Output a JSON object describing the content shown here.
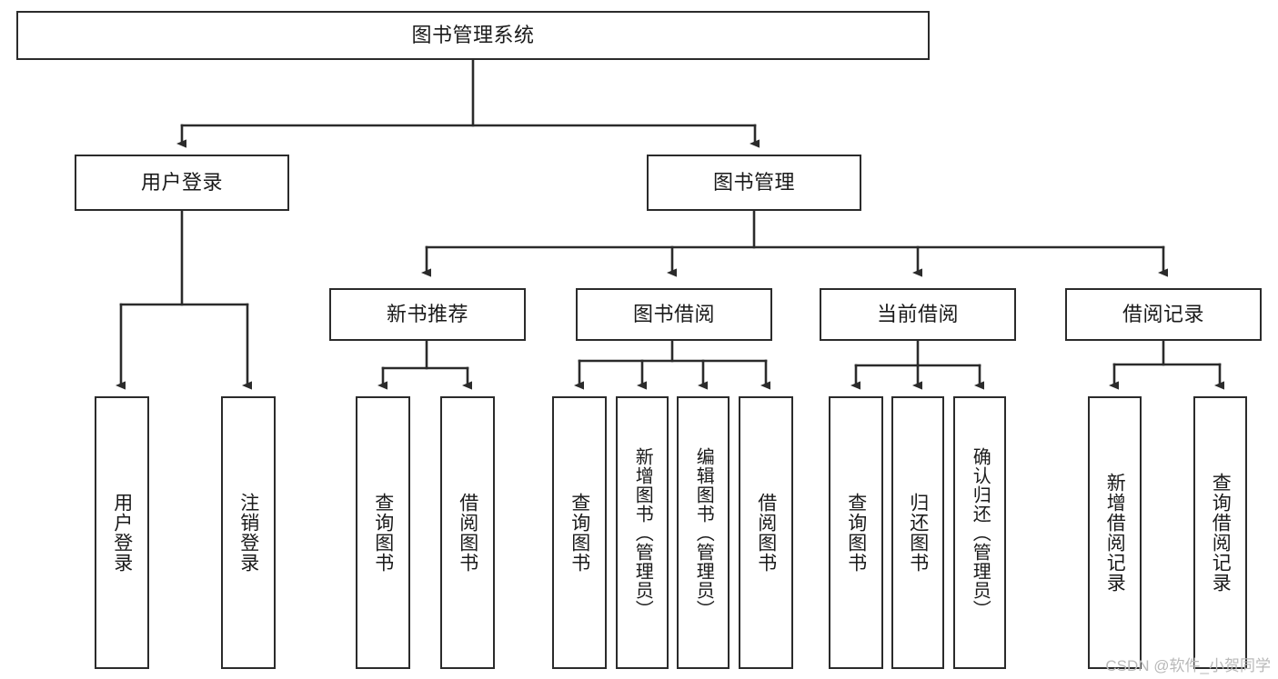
{
  "diagram": {
    "type": "tree",
    "title": "图书管理系统",
    "watermark": "CSDN @软件_小贺同学",
    "colors": {
      "box_border": "#2b2b2b",
      "box_fill": "#ffffff",
      "edge": "#2b2b2b",
      "text": "#1a1a1a",
      "watermark": "#b9b9b9"
    },
    "nodes": {
      "root": {
        "label": "图书管理系统"
      },
      "level2": [
        {
          "id": "user_login",
          "label": "用户登录"
        },
        {
          "id": "book_manage",
          "label": "图书管理"
        }
      ],
      "level3": [
        {
          "id": "new_book_rec",
          "label": "新书推荐"
        },
        {
          "id": "book_borrow",
          "label": "图书借阅"
        },
        {
          "id": "current_borrow",
          "label": "当前借阅"
        },
        {
          "id": "borrow_record",
          "label": "借阅记录"
        }
      ],
      "leaves": {
        "user_login": [
          {
            "id": "leaf_user_login",
            "label": "用户登录"
          },
          {
            "id": "leaf_user_logout",
            "label": "注销登录"
          }
        ],
        "new_book_rec": [
          {
            "id": "leaf_query_book_1",
            "label": "查询图书"
          },
          {
            "id": "leaf_borrow_book_1",
            "label": "借阅图书"
          }
        ],
        "book_borrow": [
          {
            "id": "leaf_query_book_2",
            "label": "查询图书"
          },
          {
            "id": "leaf_add_book",
            "label": "新增图书（管理员）"
          },
          {
            "id": "leaf_edit_book",
            "label": "编辑图书（管理员）"
          },
          {
            "id": "leaf_borrow_book_2",
            "label": "借阅图书"
          }
        ],
        "current_borrow": [
          {
            "id": "leaf_query_book_3",
            "label": "查询图书"
          },
          {
            "id": "leaf_return_book",
            "label": "归还图书"
          },
          {
            "id": "leaf_confirm_return",
            "label": "确认归还（管理员）"
          }
        ],
        "borrow_record": [
          {
            "id": "leaf_add_record",
            "label": "新增借阅记录"
          },
          {
            "id": "leaf_query_record",
            "label": "查询借阅记录"
          }
        ]
      }
    }
  }
}
